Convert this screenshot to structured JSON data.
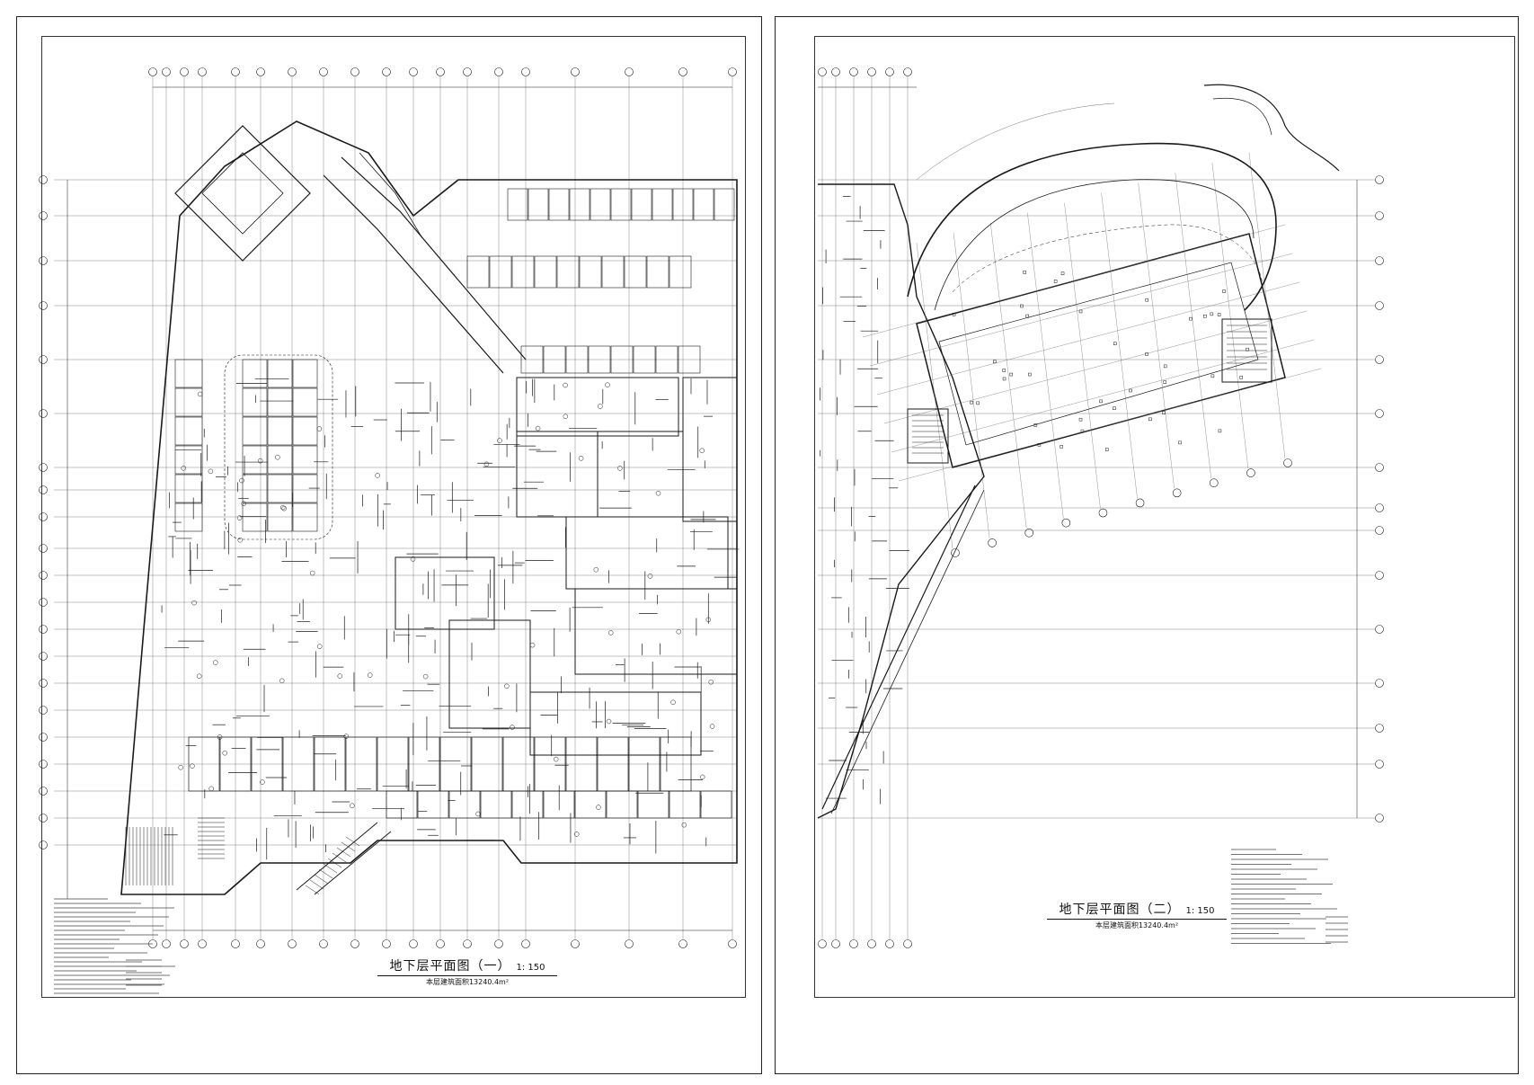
{
  "sheets": [
    {
      "plan_title": "地下层平面图（一）",
      "scale": "1: 150",
      "area_label": "本层建筑面积13240.4m²"
    },
    {
      "plan_title": "地下层平面图（二）",
      "scale": "1: 150",
      "area_label": "本层建筑面积13240.4m²"
    }
  ],
  "colors": {
    "line": "#1a1a1a",
    "paper": "#ffffff",
    "watermark": "#d9d9d9"
  }
}
